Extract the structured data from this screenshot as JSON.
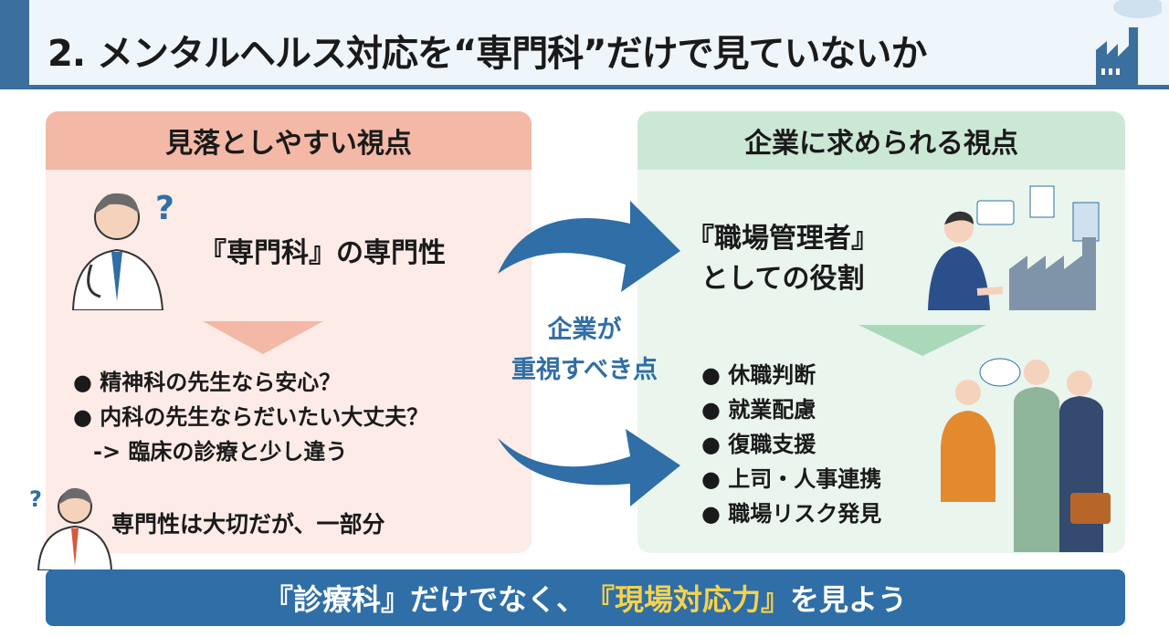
{
  "header": {
    "title": "2. メンタルヘルス対応を“専門科”だけで見ていないか"
  },
  "left": {
    "heading": "見落としやすい視点",
    "label": "『専門科』の専門性",
    "bullets": [
      "精神科の先生なら安心？",
      "内科の先生ならだいたい大丈夫？"
    ],
    "arrow_note": "-> 臨床の診療と少し違う",
    "footnote": "専門性は大切だが、一部分"
  },
  "center": {
    "line1": "企業が",
    "line2": "重視すべき点"
  },
  "right": {
    "heading": "企業に求められる視点",
    "label_line1": "『職場管理者』",
    "label_line2": "としての役割",
    "bullets": [
      "休職判断",
      "就業配慮",
      "復職支援",
      "上司・人事連携",
      "職場リスク発見"
    ]
  },
  "banner": {
    "part1": "『診療科』だけでなく、",
    "highlight": "『現場対応力』",
    "part2": "を見よう"
  },
  "colors": {
    "primary": "#2f6ea6",
    "left_header": "#f3b8a6",
    "right_header": "#cbe8d5",
    "highlight": "#f6d24b"
  }
}
